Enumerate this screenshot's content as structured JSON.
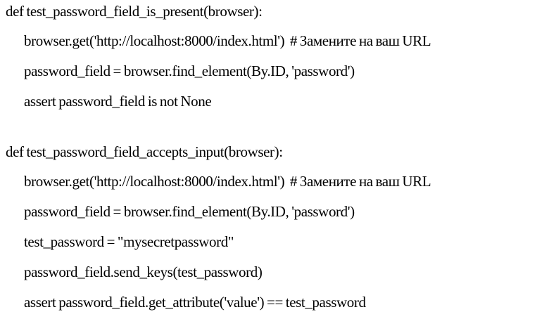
{
  "code": {
    "lines": [
      "def test_password_field_is_present(browser):",
      "browser.get('http://localhost:8000/index.html')  # Замените на ваш URL",
      "password_field = browser.find_element(By.ID, 'password')",
      "assert password_field is not None",
      "def test_password_field_accepts_input(browser):",
      "browser.get('http://localhost:8000/index.html')  # Замените на ваш URL",
      "password_field = browser.find_element(By.ID, 'password')",
      "test_password = \"mysecretpassword\"",
      "password_field.send_keys(test_password)",
      "assert password_field.get_attribute('value') == test_password"
    ]
  }
}
